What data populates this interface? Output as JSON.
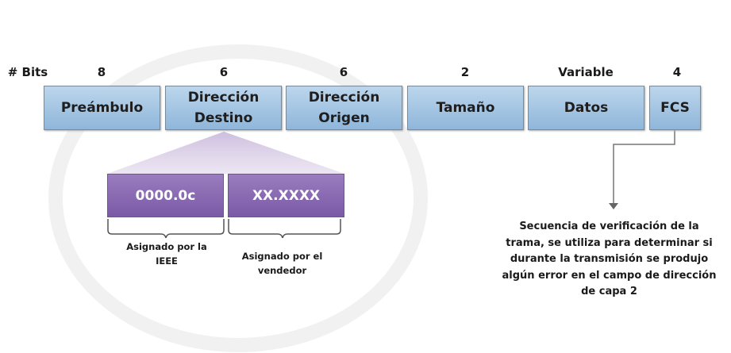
{
  "bits_header": "# Bits",
  "fields": [
    {
      "bits": "8",
      "name": "Preámbulo"
    },
    {
      "bits": "6",
      "name": "Dirección Destino"
    },
    {
      "bits": "6",
      "name": "Dirección Origen"
    },
    {
      "bits": "2",
      "name": "Tamaño"
    },
    {
      "bits": "Variable",
      "name": "Datos"
    },
    {
      "bits": "4",
      "name": "FCS"
    }
  ],
  "destination_parts": [
    {
      "value": "0000.0c",
      "label": "Asignado por la IEEE"
    },
    {
      "value": "XX.XXXX",
      "label": "Asignado por el vendedor"
    }
  ],
  "fcs_description": "Secuencia de verificación de la trama, se utiliza para determinar si durante la transmisión se produjo algún error en el campo de dirección de capa 2",
  "colors": {
    "field": "#a6c6e4",
    "sub_field": "#8a6bb3"
  }
}
